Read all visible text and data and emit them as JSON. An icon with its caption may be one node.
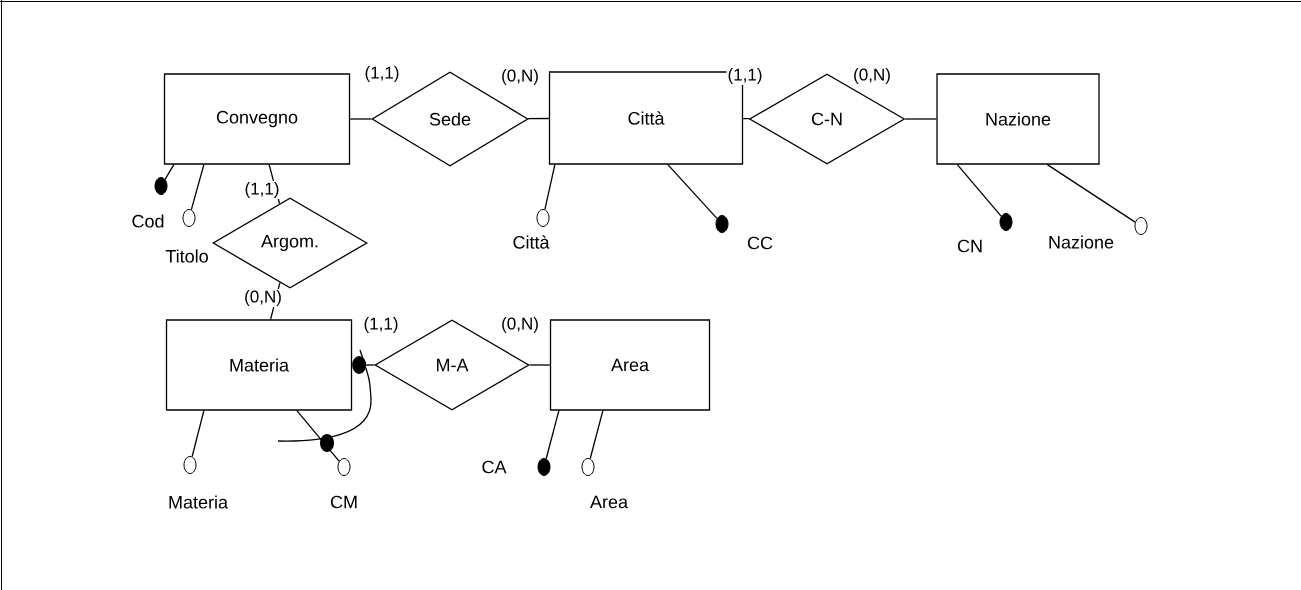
{
  "diagram": {
    "nodes": [
      {
        "text": [
          "Convegno"
        ]
      },
      {
        "text": [
          "Sede"
        ]
      },
      {
        "text": [
          "Città"
        ]
      },
      {
        "text": [
          "C-N"
        ]
      },
      {
        "text": [
          "Nazione"
        ]
      },
      {
        "text": [
          "Argom."
        ]
      },
      {
        "text": [
          "Materia"
        ]
      },
      {
        "text": [
          "M-A"
        ]
      },
      {
        "text": [
          "Area"
        ]
      },
      {
        "text": [],
        "shape": "dot",
        "beside": [
          "Cod"
        ]
      },
      {
        "text": [],
        "shape": "circle"
      },
      {
        "text": [],
        "shape": "circle",
        "beside": [
          "Città"
        ]
      },
      {
        "text": [],
        "shape": "dot",
        "beside": [
          "CC"
        ]
      },
      {
        "text": [],
        "shape": "dot",
        "beside": [
          "CN"
        ]
      },
      {
        "text": [],
        "shape": "circle",
        "beside": [
          "Nazione"
        ]
      },
      {
        "text": [],
        "shape": "circle",
        "beside": [
          "Materia"
        ]
      },
      {
        "text": [],
        "shape": "circle",
        "beside": [
          "CM"
        ]
      },
      {
        "text": [],
        "shape": "dot",
        "beside": [
          "CA"
        ]
      },
      {
        "text": [],
        "shape": "circle",
        "beside": [
          "Area"
        ]
      }
    ],
    "edges": [
      {
        "from": 0,
        "to": 1,
        "arrow": "none",
        "label": "(1,1)"
      },
      {
        "from": 1,
        "to": 2,
        "arrow": "none",
        "label": "(0,N)"
      },
      {
        "from": 2,
        "to": 3,
        "arrow": "none",
        "label": "(1,1)"
      },
      {
        "from": 3,
        "to": 4,
        "arrow": "none",
        "label": "(0,N)"
      },
      {
        "from": 0,
        "to": 5,
        "arrow": "none",
        "label": "(1,1)"
      },
      {
        "from": 5,
        "to": 6,
        "arrow": "none",
        "label": "(0,N)"
      },
      {
        "from": 6,
        "to": 7,
        "arrow": "other",
        "label": "(1,1)"
      },
      {
        "from": 7,
        "to": 8,
        "arrow": "none",
        "label": "(0,N)"
      },
      {
        "from": 0,
        "to": 9,
        "arrow": "none"
      },
      {
        "from": 0,
        "to": 10,
        "arrow": "none"
      },
      {
        "from": 2,
        "to": 11,
        "arrow": "none"
      },
      {
        "from": 2,
        "to": 12,
        "arrow": "none"
      },
      {
        "from": 4,
        "to": 13,
        "arrow": "none"
      },
      {
        "from": 4,
        "to": 14,
        "arrow": "none"
      },
      {
        "from": 6,
        "to": 15,
        "arrow": "none"
      },
      {
        "from": 6,
        "to": 16,
        "arrow": "none"
      },
      {
        "from": 8,
        "to": 17,
        "arrow": "none"
      },
      {
        "from": 8,
        "to": 18,
        "arrow": "none"
      }
    ],
    "labels": [
      "Titolo"
    ]
  }
}
